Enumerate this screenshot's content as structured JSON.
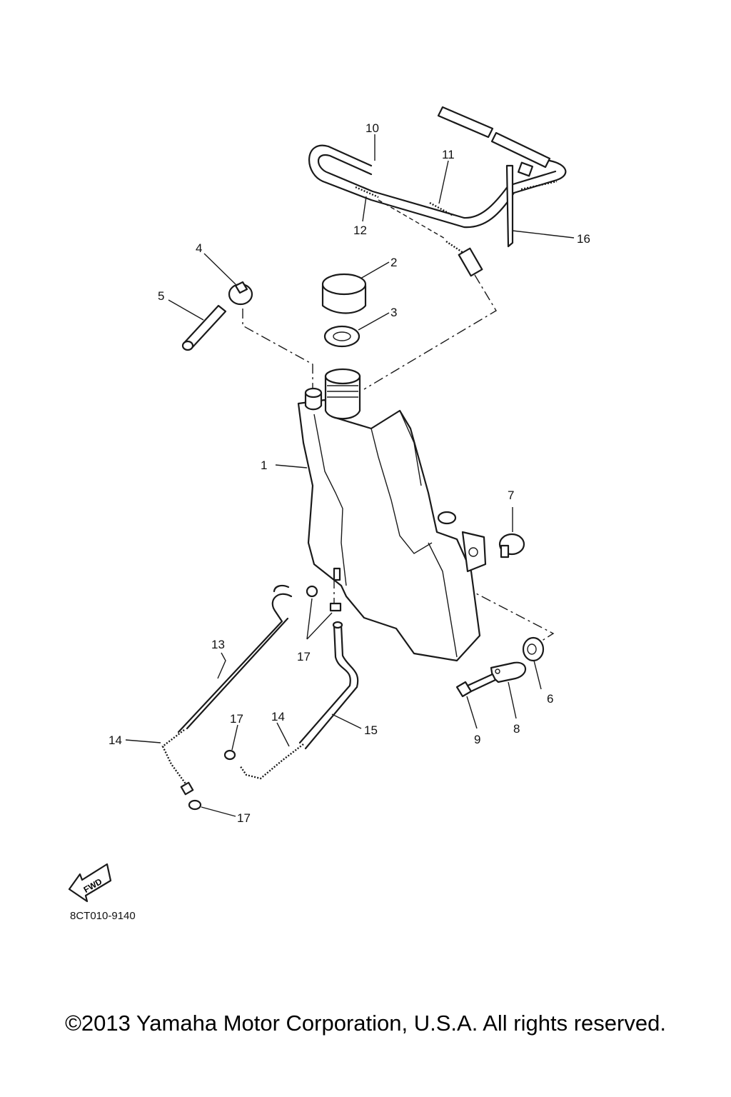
{
  "diagram_code": "8CT010-9140",
  "fwd_label": "FWD",
  "copyright": "©2013 Yamaha Motor Corporation, U.S.A. All rights reserved.",
  "callouts": {
    "c1": "1",
    "c2": "2",
    "c3": "3",
    "c4": "4",
    "c5": "5",
    "c6": "6",
    "c7": "7",
    "c8": "8",
    "c9": "9",
    "c10": "10",
    "c11": "11",
    "c12": "12",
    "c13": "13",
    "c14a": "14",
    "c14b": "14",
    "c15": "15",
    "c16": "16",
    "c17a": "17",
    "c17b": "17",
    "c17c": "17"
  }
}
